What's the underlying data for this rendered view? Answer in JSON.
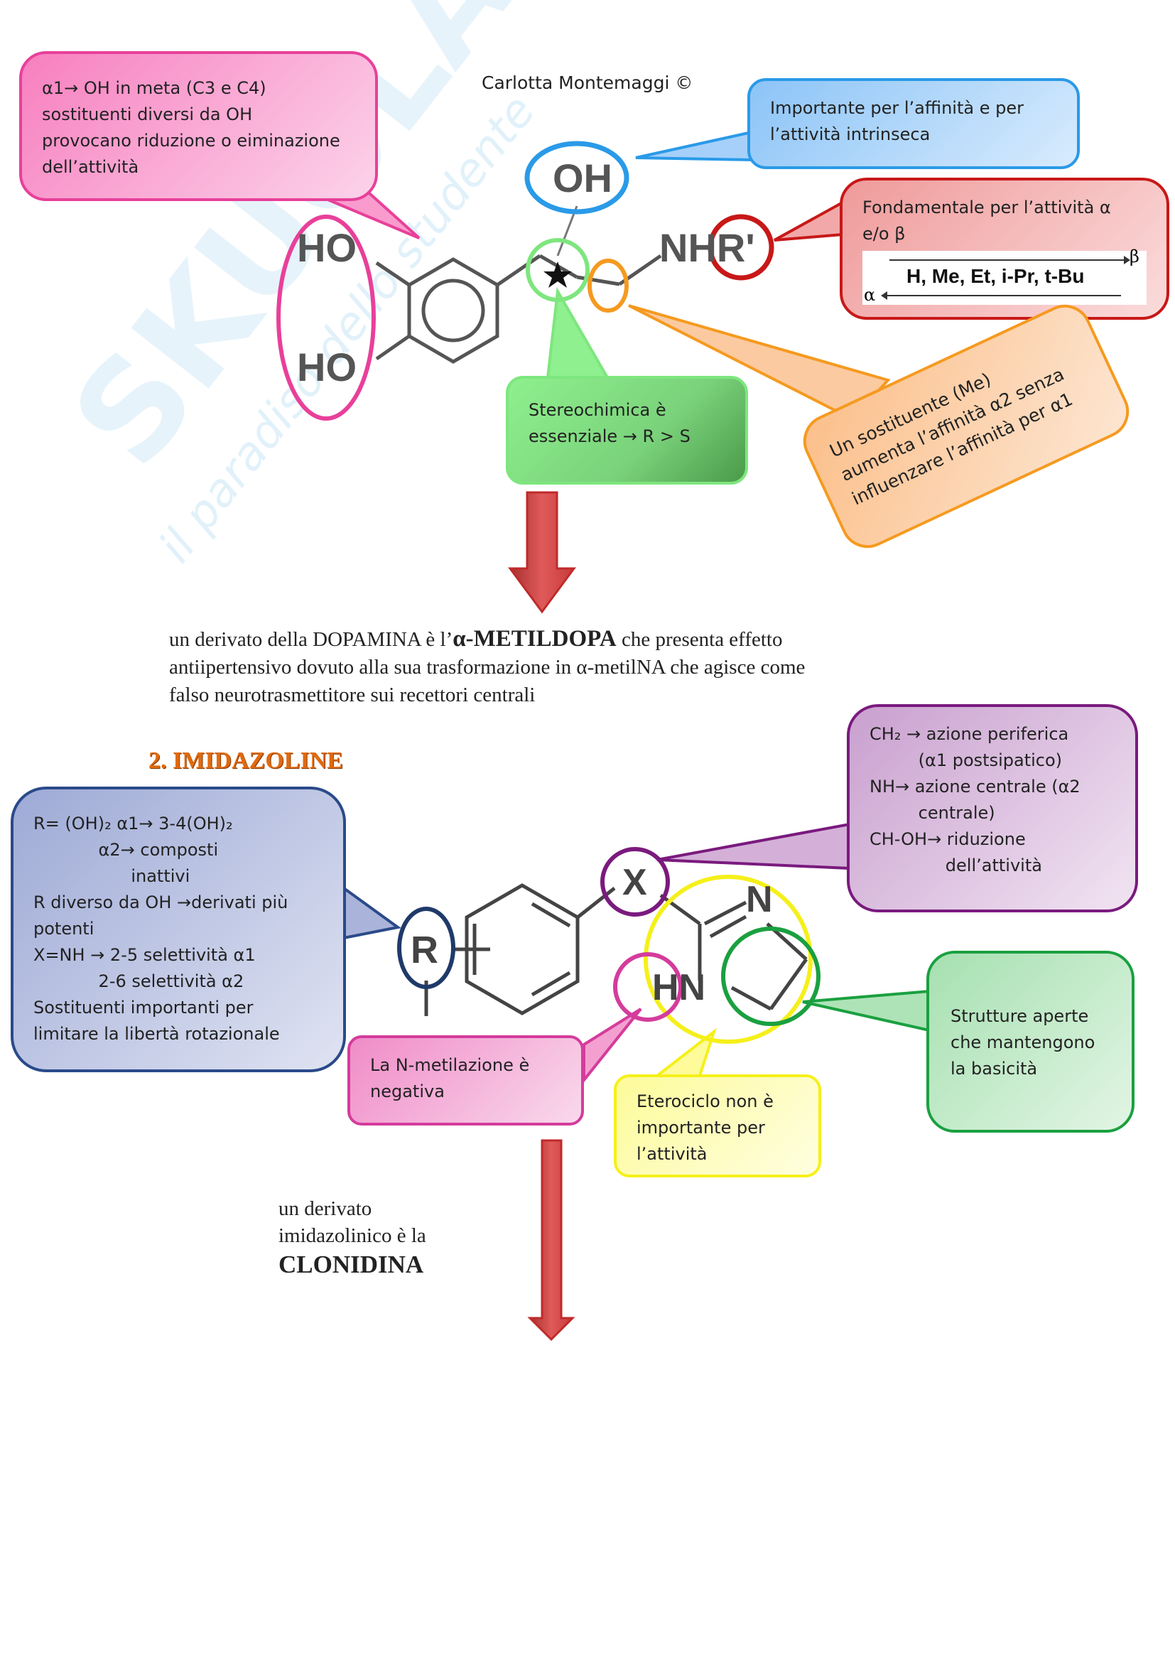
{
  "author": "Carlotta Montemaggi ©",
  "watermark": {
    "logo": "SKUOLA.net",
    "tagline": "il paradiso dello studente"
  },
  "structure1": {
    "labels": {
      "oh_top": "OH",
      "ho_upper": "HO",
      "ho_lower": "HO",
      "nhr": "NHR'"
    },
    "callouts": {
      "meta_oh": [
        "α1→ OH in meta (C3 e C4)",
        "sostituenti diversi da OH",
        "provocano riduzione o eiminazione",
        "dell’attività"
      ],
      "affinity": [
        "Importante per l’affinità e per",
        "l’attività intrinseca"
      ],
      "fundamental": [
        "Fondamentale per l’attività α",
        "e/o β"
      ],
      "scale": {
        "substituents": "H, Me, Et, i-Pr, t-Bu",
        "left_label": "α",
        "right_label": "β"
      },
      "stereo": [
        "Stereochimica è",
        "essenziale → R > S"
      ],
      "methyl": [
        "Un sostituente (Me)",
        "aumenta l’affinità α2 senza",
        "influenzare l’affinità per α1"
      ]
    }
  },
  "paragraph": {
    "line1_pre": "un derivato della DOPAMINA è l’",
    "line1_bold": "α-METILDOPA",
    "line1_post": " che presenta effetto",
    "line2": "antiipertensivo dovuto alla sua trasformazione in α-metilNA che agisce come",
    "line3": "falso neurotrasmettitore sui recettori centrali"
  },
  "section_heading": "2. IMIDAZOLINE",
  "structure2": {
    "labels": {
      "r": "R",
      "x": "X",
      "n": "N",
      "hn": "HN"
    },
    "callouts": {
      "r_group": [
        "R= (OH)₂ α1→ 3-4(OH)₂",
        "            α2→ composti",
        "                  inattivi",
        "R diverso da OH →derivati più",
        "potenti",
        "X=NH → 2-5 selettività α1",
        "            2-6 selettività α2",
        "Sostituenti importanti per",
        "limitare la libertà rotazionale"
      ],
      "x_group": [
        "CH₂ → azione periferica",
        "         (α1 postsipatico)",
        "NH→ azione centrale (α2",
        "         centrale)",
        "CH-OH→ riduzione",
        "              dell’attività"
      ],
      "open_structures": [
        "Strutture aperte",
        "che mantengono",
        "la basicità"
      ],
      "n_methyl": [
        "La N-metilazione è",
        "negativa"
      ],
      "heterocycle": [
        "Eterociclo non è",
        "importante per",
        "l’attività"
      ]
    }
  },
  "closing": {
    "line1": "un derivato",
    "line2": "imidazolinico è la",
    "line3": "CLONIDINA"
  },
  "colors": {
    "pink": "#e8409a",
    "blue": "#2a9ae8",
    "red": "#c81818",
    "green": "#7ee67e",
    "orange": "#f59a20",
    "purple": "#7a1a7e",
    "navy": "#2a4a8a",
    "yellow": "#f5f01a",
    "heading": "#e06a10",
    "arrow": "#d03a3a"
  }
}
